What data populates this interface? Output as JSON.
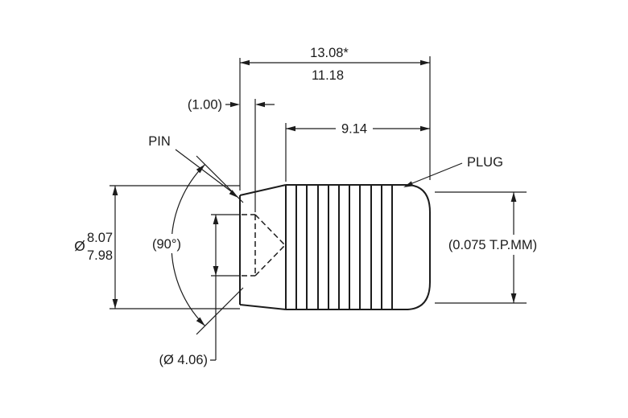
{
  "colors": {
    "ink": "#1c1c1c",
    "background": "#ffffff"
  },
  "labels": {
    "pin": "PIN",
    "plug": "PLUG"
  },
  "dimensions": {
    "overall_max": "13.08*",
    "overall_min": "11.18",
    "recess": "(1.00)",
    "rib_length": "9.14",
    "diameter_symbol": "Ø",
    "diameter_max": "8.07",
    "diameter_min": "7.98",
    "cone_angle": "(90°)",
    "taper_spec": "(0.075 T.P.MM)",
    "pin_diameter": "(Ø 4.06)"
  }
}
